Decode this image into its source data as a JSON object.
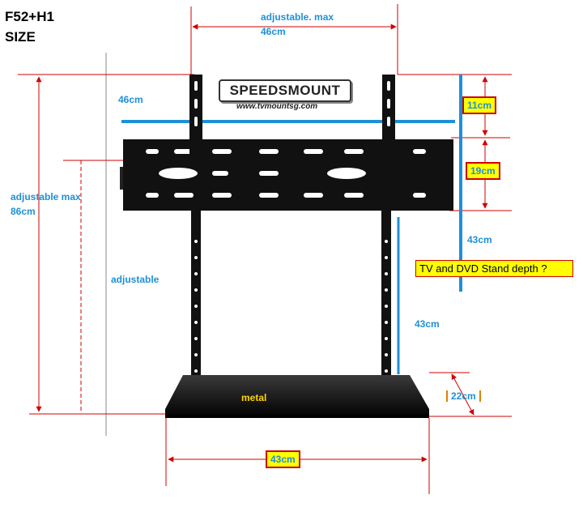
{
  "title": {
    "line1": "F52+H1",
    "line2": "SIZE"
  },
  "labels": {
    "top_adjustable_line1": "adjustable. max",
    "top_adjustable_line2": "46cm",
    "left_width": "46cm",
    "left_height_line1": "adjustable max",
    "left_height_line2": "86cm",
    "adjustable": "adjustable",
    "metal": "metal",
    "dim_11": "11cm",
    "dim_19": "19cm",
    "dim_43_upper": "43cm",
    "dim_43_lower": "43cm",
    "dim_22": "22cm",
    "dim_43_bottom": "43cm",
    "stand_depth_question": "TV and DVD Stand depth ?"
  },
  "brand": {
    "name": "SPEEDSMOUNT",
    "url": "www.tvmountsg.com"
  },
  "colors": {
    "dimension_red": "#d00000",
    "dimension_blue": "#1e90d8",
    "highlight": "#ffff00",
    "mount_black": "#111111",
    "guide_gray": "#888888"
  }
}
